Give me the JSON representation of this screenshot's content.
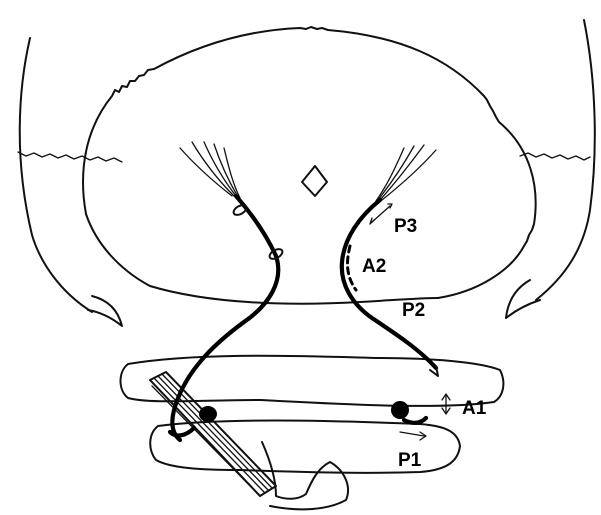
{
  "diagram": {
    "labels": {
      "p3": "P3",
      "a2": "A2",
      "p2": "P2",
      "a1": "A1",
      "p1": "P1"
    },
    "colors": {
      "ink": "#000000",
      "paper": "#ffffff"
    }
  }
}
